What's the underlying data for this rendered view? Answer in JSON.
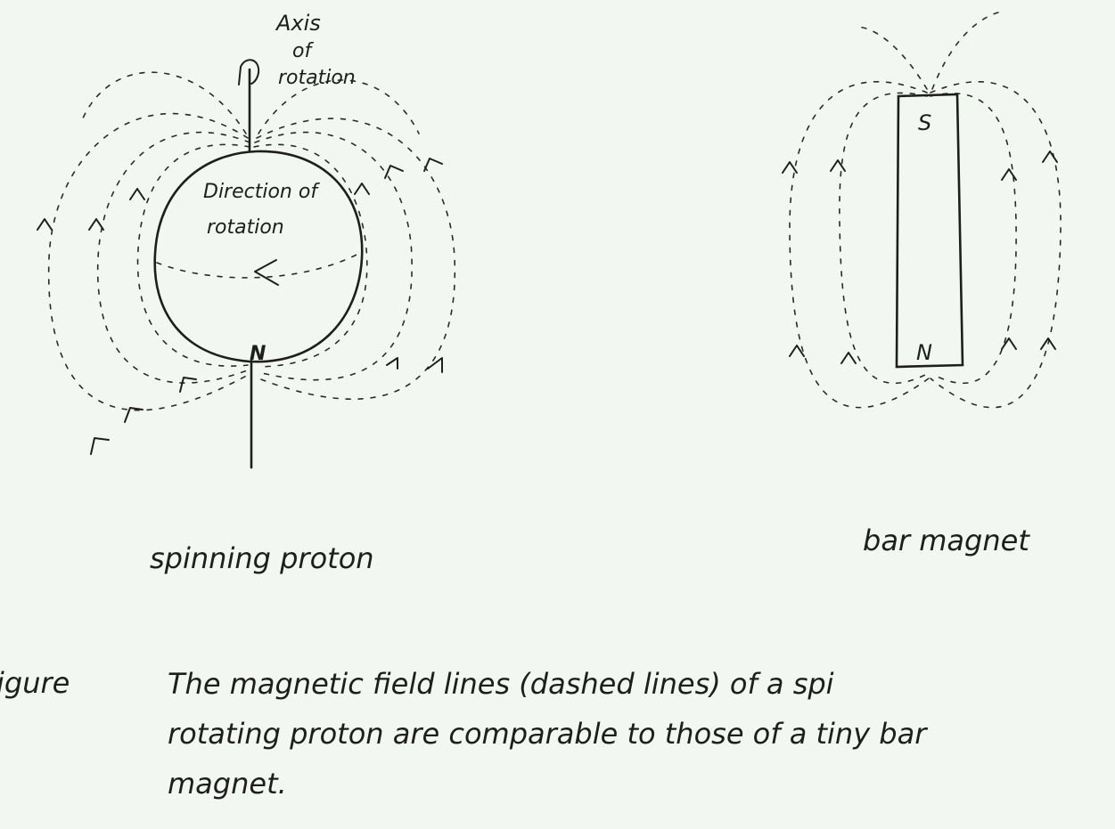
{
  "figure": {
    "axis_label": [
      "Axis",
      "of",
      "rotation"
    ],
    "direction_label": [
      "Direction of",
      "rotation"
    ],
    "north_pole": "N",
    "south_pole": "S",
    "proton_caption": "spinning proton",
    "magnet_caption": "bar magnet",
    "figure_label": "igure",
    "caption_lines": [
      "The magnetic field lines (dashed lines) of a spi",
      "rotating proton are comparable to those of a tiny bar",
      "magnet."
    ]
  }
}
